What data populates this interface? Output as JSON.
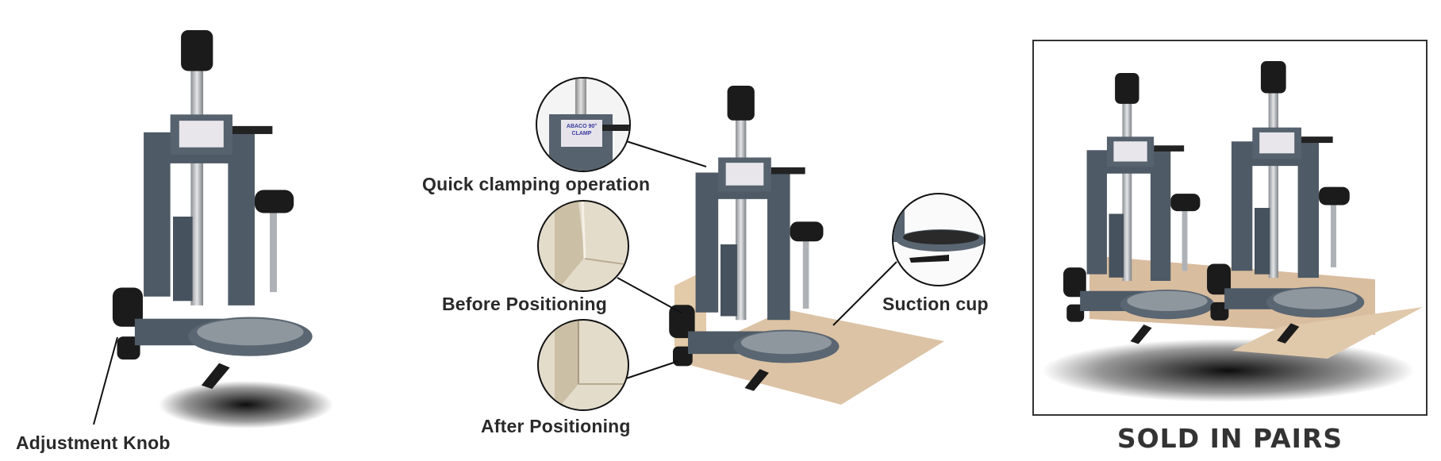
{
  "product_label": {
    "line1": "ABACO 90°",
    "line2": "CLAMP"
  },
  "panels": {
    "single": {
      "callout": "Adjustment Knob"
    },
    "features": {
      "callouts": [
        {
          "label": "Quick clamping operation"
        },
        {
          "label": "Before Positioning"
        },
        {
          "label": "After Positioning"
        },
        {
          "label": "Suction cup"
        }
      ]
    },
    "pair": {
      "caption": "SOLD IN PAIRS"
    }
  },
  "colors": {
    "frame": "#4e5a66",
    "knob": "#1b1b1b",
    "tile": "#d9bd9f",
    "text": "#2a2a2a"
  }
}
